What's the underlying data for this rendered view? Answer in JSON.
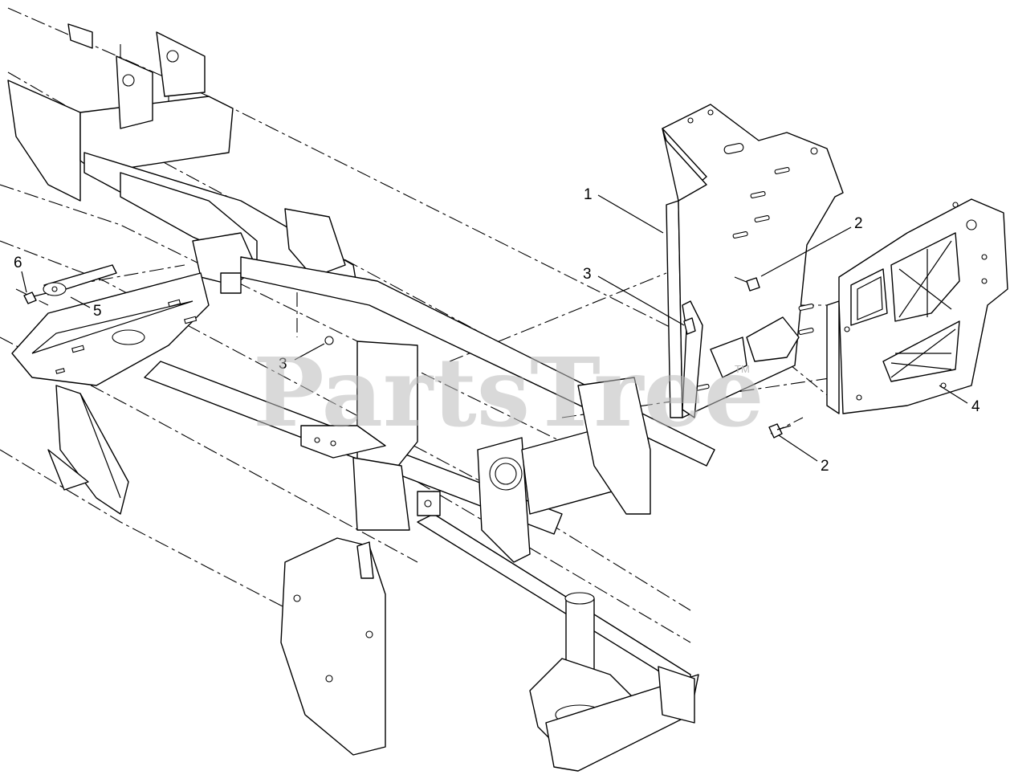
{
  "diagram": {
    "callouts": [
      {
        "label": "1",
        "part": "mounting-plate"
      },
      {
        "label": "2",
        "part": "bolt-upper"
      },
      {
        "label": "3",
        "part": "nut-plate"
      },
      {
        "label": "4",
        "part": "cover-plate"
      },
      {
        "label": "2",
        "part": "bolt-lower"
      },
      {
        "label": "5",
        "part": "pivot-pin"
      },
      {
        "label": "6",
        "part": "bolt-small"
      },
      {
        "label": "3",
        "part": "nut-frame"
      }
    ],
    "watermark": {
      "text": "PartsTree",
      "mark": "TM"
    }
  }
}
